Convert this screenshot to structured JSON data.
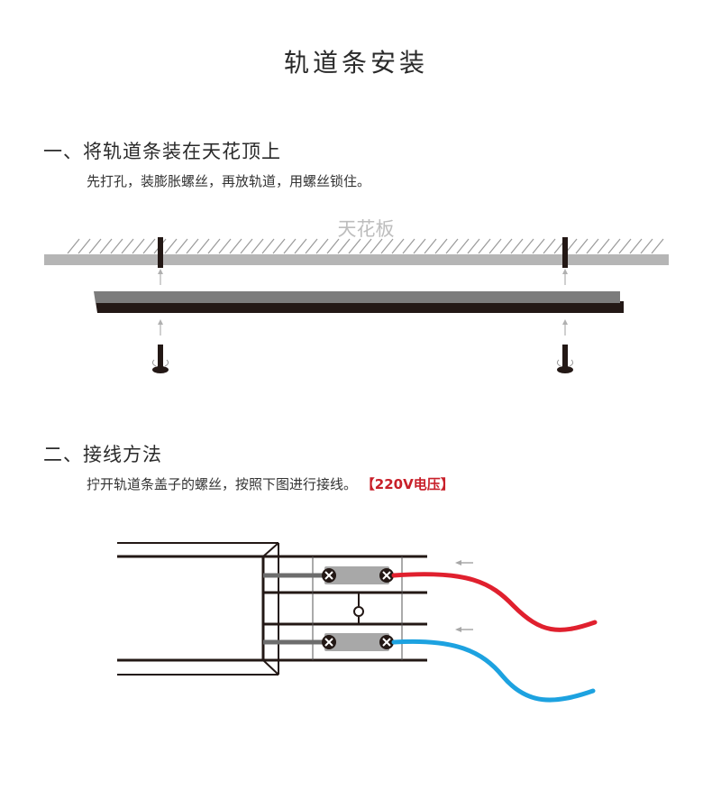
{
  "title": "轨道条安装",
  "section1": {
    "heading": "一、将轨道条装在天花顶上",
    "description": "先打孔，装膨胀螺丝，再放轨道，用螺丝锁住。",
    "ceiling_label": "天花板"
  },
  "section2": {
    "heading": "二、接线方法",
    "description": "拧开轨道条盖子的螺丝，按照下图进行接线。",
    "voltage_note": "【220V电压】"
  },
  "colors": {
    "live_wire": "#e0202e",
    "neutral_wire": "#1da2e0",
    "ceiling": "#b5b5b5",
    "rail": "#7a7a7a",
    "hatch": "#9a9a9a",
    "outline": "#231815",
    "arrow": "#a8a8a8"
  }
}
